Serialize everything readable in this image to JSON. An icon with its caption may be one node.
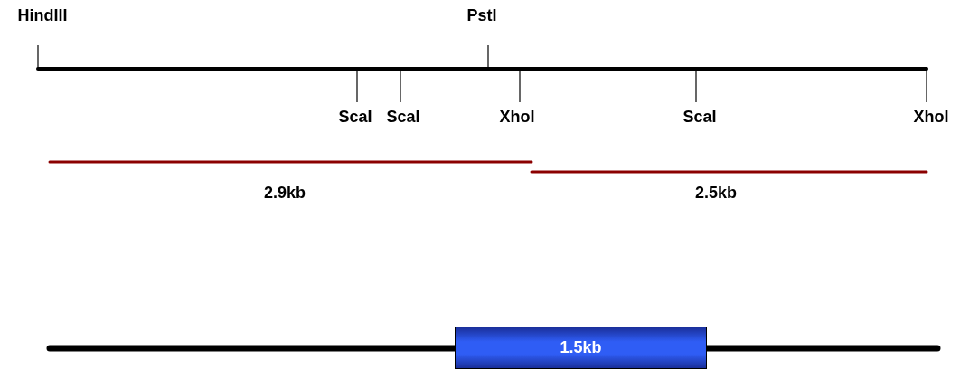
{
  "diagram": {
    "nodes": [
      {
        "text": [
          "1.5kb"
        ]
      }
    ],
    "edges": [],
    "labels": [
      "HindIII",
      "PstI",
      "ScaI",
      "ScaI",
      "XhoI",
      "ScaI",
      "XhoI",
      "2.9kb",
      "2.5kb"
    ]
  }
}
